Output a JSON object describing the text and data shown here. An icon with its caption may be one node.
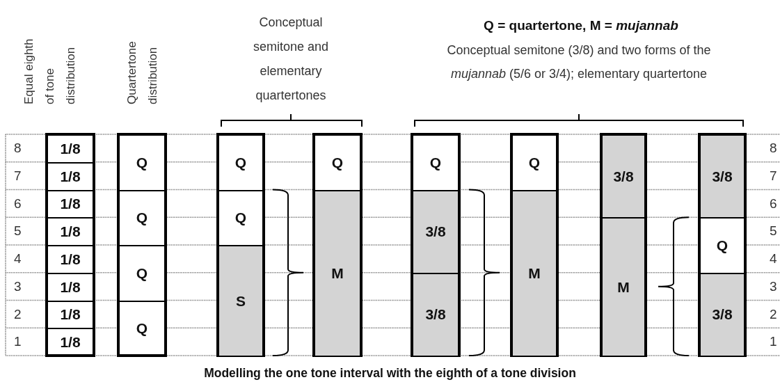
{
  "diagram": {
    "title": "Q = quartertone, M = *mujannab*",
    "caption": "Modelling the one tone interval with the eighth of a tone division",
    "nodes": [
      {
        "text": [],
        "shape": "box"
      },
      {
        "text": [
          "1/8"
        ],
        "in": 0
      },
      {
        "text": [
          "1/8"
        ],
        "in": 0
      },
      {
        "text": [
          "1/8"
        ],
        "in": 0
      },
      {
        "text": [
          "1/8"
        ],
        "in": 0
      },
      {
        "text": [
          "1/8"
        ],
        "in": 0
      },
      {
        "text": [
          "1/8"
        ],
        "in": 0
      },
      {
        "text": [
          "1/8"
        ],
        "in": 0
      },
      {
        "text": [
          "1/8"
        ],
        "in": 0
      },
      {
        "text": [],
        "shape": "box"
      },
      {
        "text": [
          "Q"
        ],
        "in": 9
      },
      {
        "text": [
          "Q"
        ],
        "in": 9
      },
      {
        "text": [
          "Q"
        ],
        "in": 9
      },
      {
        "text": [
          "Q"
        ],
        "in": 9
      },
      {
        "text": [],
        "shape": "box"
      },
      {
        "text": [
          "Q"
        ],
        "in": 14
      },
      {
        "text": [
          "Q"
        ],
        "in": 14
      },
      {
        "text": [
          "S"
        ],
        "in": 14
      },
      {
        "text": [],
        "shape": "box"
      },
      {
        "text": [
          "Q"
        ],
        "in": 18
      },
      {
        "text": [
          "M"
        ],
        "in": 18
      },
      {
        "text": [],
        "shape": "box"
      },
      {
        "text": [
          "Q"
        ],
        "in": 21
      },
      {
        "text": [
          "3/8"
        ],
        "in": 21
      },
      {
        "text": [
          "3/8"
        ],
        "in": 21
      },
      {
        "text": [],
        "shape": "box"
      },
      {
        "text": [
          "Q"
        ],
        "in": 25
      },
      {
        "text": [
          "M"
        ],
        "in": 25
      },
      {
        "text": [],
        "shape": "box"
      },
      {
        "text": [
          "3/8"
        ],
        "in": 28
      },
      {
        "text": [
          "M"
        ],
        "in": 28
      },
      {
        "text": [],
        "shape": "box"
      },
      {
        "text": [
          "3/8"
        ],
        "in": 31
      },
      {
        "text": [
          "Q"
        ],
        "in": 31
      },
      {
        "text": [
          "3/8"
        ],
        "in": 31
      }
    ],
    "labels": [
      "Equal eighth of tone distribution",
      "Quartertone distribution",
      "Conceptual semitone and elementary quartertones",
      "Conceptual semitone (3/8) and two forms of the *mujannab* (5/6 or 3/4); elementary quartertone",
      "8",
      "8",
      "7",
      "7",
      "6",
      "6",
      "5",
      "5",
      "4",
      "4",
      "3",
      "3",
      "2",
      "2",
      "1",
      "1"
    ]
  }
}
